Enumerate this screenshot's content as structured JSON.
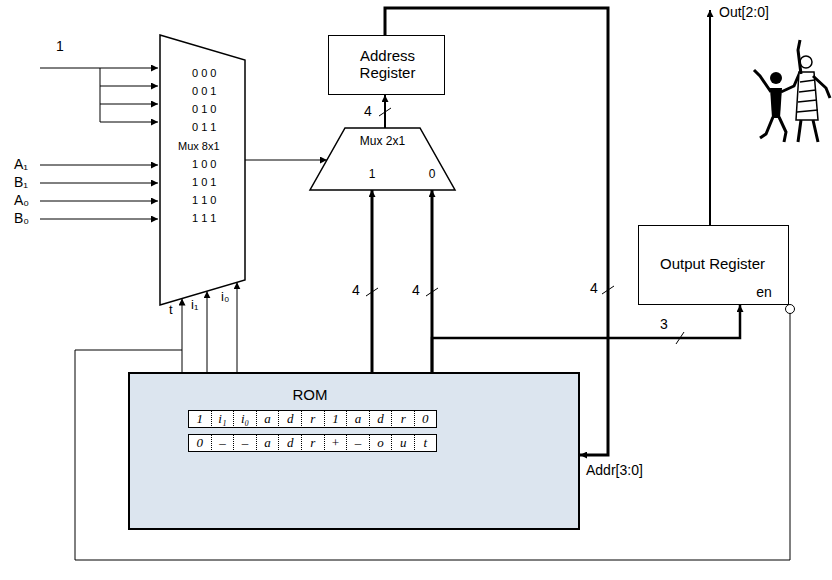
{
  "diagram": {
    "nodes": [
      {
        "text": [
          "0 0 0",
          "0 0 1",
          "0 1 0",
          "0 1 1",
          "Mux 8x1",
          "1 0 0",
          "1 0 1",
          "1 1 0",
          "1 1 1"
        ]
      },
      {
        "text": [
          "Address Register"
        ]
      },
      {
        "text": [
          "Mux 2x1",
          "1",
          "0"
        ]
      },
      {
        "text": [
          "Output Register",
          "en"
        ]
      },
      {
        "text": [
          "ROM",
          "1",
          "i₁",
          "i₀",
          "a",
          "d",
          "r",
          "1",
          "a",
          "d",
          "r",
          "0",
          "0",
          "–",
          "–",
          "a",
          "d",
          "r",
          "+",
          "–",
          "o",
          "u",
          "t"
        ]
      }
    ],
    "edges": [
      {
        "from": 0,
        "to": 2,
        "arrow": "to"
      },
      {
        "from": 2,
        "to": 1,
        "arrow": "to"
      },
      {
        "from": 1,
        "to": 4,
        "arrow": "to"
      },
      {
        "from": 4,
        "to": 2,
        "arrow": "to"
      },
      {
        "from": 4,
        "to": 2,
        "arrow": "to"
      },
      {
        "from": 4,
        "to": 3,
        "arrow": "to"
      },
      {
        "from": 4,
        "to": 0,
        "arrow": "to"
      },
      {
        "from": 4,
        "to": 0,
        "arrow": "to"
      },
      {
        "from": 4,
        "to": 0,
        "arrow": "to"
      },
      {
        "from": 4,
        "to": 3,
        "arrow": "none"
      }
    ],
    "labels": [
      "1",
      "A₁",
      "B₁",
      "A₀",
      "B₀",
      "t",
      "i₁",
      "i₀",
      "4",
      "4",
      "4",
      "4",
      "3",
      "Addr[3:0]",
      "Out[2:0]"
    ]
  }
}
